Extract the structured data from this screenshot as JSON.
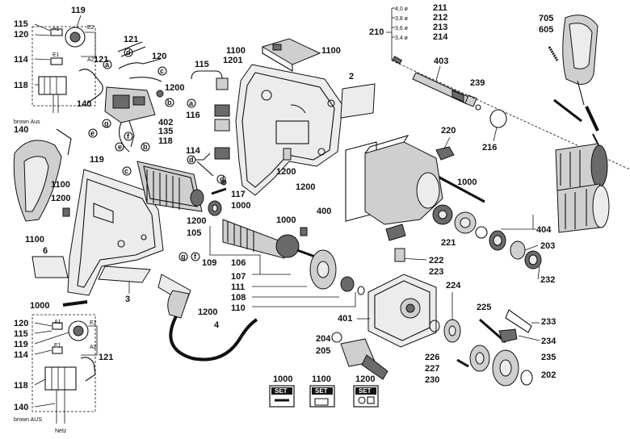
{
  "parts": {
    "p115a": "115",
    "p120a": "120",
    "p119a": "119",
    "p114a": "114",
    "p121a": "121",
    "p118a": "118",
    "p140a": "140",
    "p121b": "121",
    "p120b": "120",
    "p1200a": "1200",
    "p402": "402",
    "p135": "135",
    "p118b": "118",
    "p119b": "119",
    "p115b": "115",
    "p1201": "1201",
    "p116": "116",
    "p114b": "114",
    "p1100a": "1100",
    "p1100b": "1100",
    "p2": "2",
    "p1200b": "1200",
    "p210": "210",
    "p211": "211",
    "p212": "212",
    "p213": "213",
    "p214": "214",
    "p403": "403",
    "p239": "239",
    "p216": "216",
    "p705": "705",
    "p605": "605",
    "p220": "220",
    "p1000a": "1000",
    "p1200c": "1200",
    "p400": "400",
    "p404": "404",
    "p221": "221",
    "p203": "203",
    "p232": "232",
    "p140b": "140",
    "p1100c": "1100",
    "p1200d": "1200",
    "p1100d": "1100",
    "p6": "6",
    "p117": "117",
    "p1000b": "1000",
    "p1200e": "1200",
    "p105": "105",
    "p1000c": "1000",
    "p109": "109",
    "p106": "106",
    "p107": "107",
    "p111": "111",
    "p108": "108",
    "p110": "110",
    "p3": "3",
    "p1000d": "1000",
    "p1200f": "1200",
    "p4": "4",
    "p222": "222",
    "p223": "223",
    "p401": "401",
    "p224": "224",
    "p225": "225",
    "p233": "233",
    "p234": "234",
    "p204": "204",
    "p205": "205",
    "p226": "226",
    "p227": "227",
    "p230": "230",
    "p235": "235",
    "p202": "202",
    "p120c": "120",
    "p115c": "115",
    "p119c": "119",
    "p114c": "114",
    "p121c": "121",
    "p118c": "118",
    "p140c": "140"
  },
  "drill_sizes": {
    "s1": "4,0 ø",
    "s2": "3,8 ø",
    "s3": "3,6 ø",
    "s4": "3,4 ø"
  },
  "connectors": {
    "a": "a",
    "b": "b",
    "c": "c",
    "d": "d",
    "e": "e",
    "f": "f",
    "g": "g"
  },
  "wiring": {
    "top_caption": "brown Aus",
    "bottom_caption": "brown AUS",
    "netz": "Netz",
    "terms": {
      "a1": "A1",
      "a2": "A2",
      "e1": "E1",
      "e2": "E2"
    }
  },
  "legend": [
    {
      "number": "1000",
      "badge": "SET"
    },
    {
      "number": "1100",
      "badge": "SET"
    },
    {
      "number": "1200",
      "badge": "SET"
    }
  ]
}
